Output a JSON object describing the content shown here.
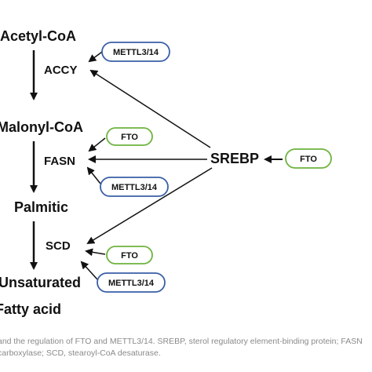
{
  "nodes": {
    "acetyl_coa": "Acetyl-CoA",
    "accy": "ACCY",
    "malonyl_coa": "Malonyl-CoA",
    "fasn": "FASN",
    "palmitic": "Palmitic",
    "scd": "SCD",
    "unsaturated": "Unsaturated",
    "fatty_acid": "Fatty acid",
    "srebp": "SREBP"
  },
  "pills": {
    "accy_mettl": "METTL3/14",
    "fasn_fto": "FTO",
    "fasn_mettl": "METTL3/14",
    "srebp_fto": "FTO",
    "scd_fto": "FTO",
    "scd_mettl": "METTL3/14"
  },
  "colors": {
    "mettl_border": "#3a5fa8",
    "fto_border": "#6db33f",
    "arrow": "#111111",
    "caption": "#8a8a8a"
  },
  "caption": {
    "line1": "and the regulation of FTO and METTL3/14. SREBP, sterol regulatory element-binding protein; FASN",
    "line2": "carboxylase; SCD, stearoyl-CoA desaturase."
  }
}
